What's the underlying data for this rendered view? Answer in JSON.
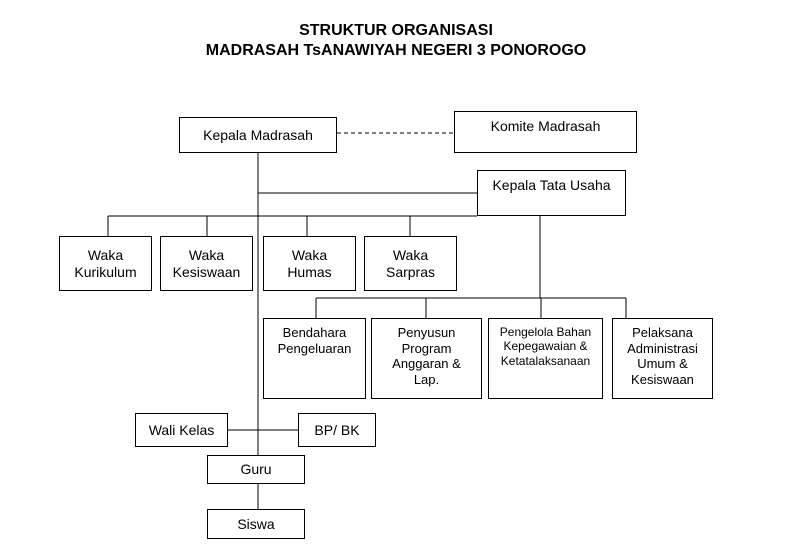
{
  "title": {
    "line1": "STRUKTUR ORGANISASI",
    "line2": "MADRASAH TsANAWIYAH NEGERI 3 PONOROGO"
  },
  "nodes": {
    "kepala_madrasah": "Kepala Madrasah",
    "komite_madrasah": "Komite  Madrasah",
    "kepala_tata_usaha": "Kepala Tata Usaha",
    "waka_kurikulum": "Waka\nKurikulum",
    "waka_kesiswaan": "Waka\nKesiswaan",
    "waka_humas": "Waka\nHumas",
    "waka_sarpras": "Waka\nSarpras",
    "bendahara": "Bendahara\nPengeluaran",
    "penyusun": "Penyusun\nProgram\nAnggaran &\nLap.",
    "pengelola": "Pengelola Bahan\nKepegawaian &\nKetatalaksanaan",
    "pelaksana": "Pelaksana\nAdministrasi\nUmum &\nKesiswaan",
    "wali_kelas": "Wali Kelas",
    "bp_bk": "BP/ BK",
    "guru": "Guru",
    "siswa": "Siswa"
  }
}
